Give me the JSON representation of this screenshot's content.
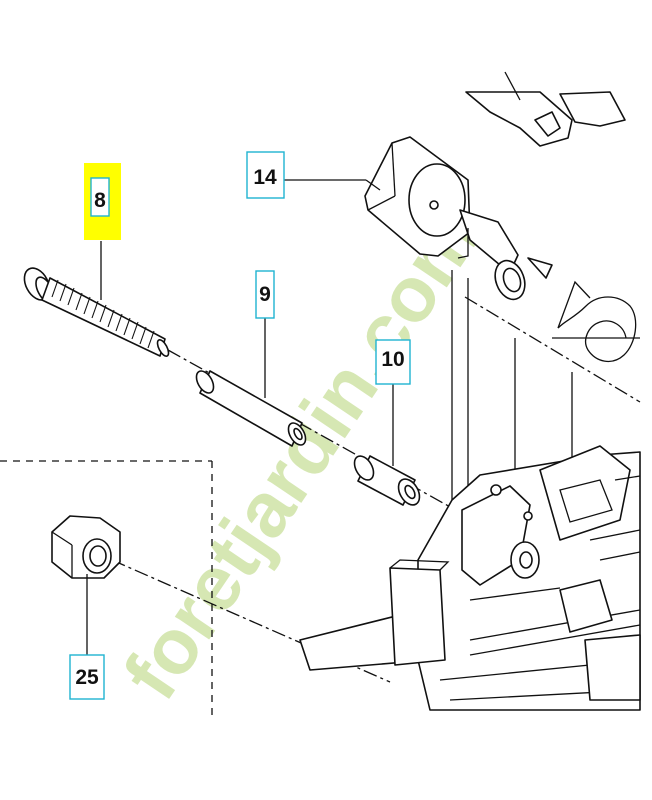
{
  "parts": [
    {
      "id": "8",
      "highlight_color": "#ffff00"
    },
    {
      "id": "9",
      "highlight_color": null
    },
    {
      "id": "10",
      "highlight_color": null
    },
    {
      "id": "14",
      "highlight_color": null
    },
    {
      "id": "25",
      "highlight_color": null
    }
  ],
  "watermark": {
    "text": "foretjardin.com",
    "color": "#cfe3a6"
  },
  "label_box_border_color": "#1fb3d1",
  "line_color": "#111111"
}
